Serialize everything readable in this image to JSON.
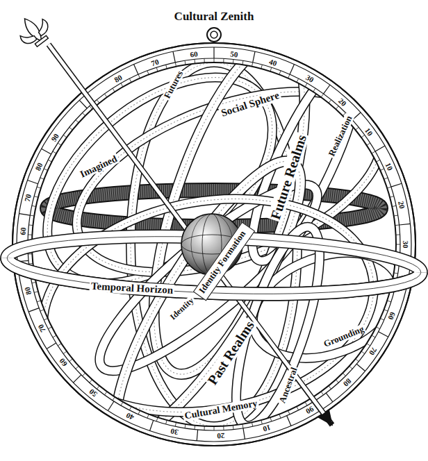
{
  "diagram": {
    "nodes": [
      {
        "text": [
          "Identity Formation"
        ]
      }
    ],
    "labels": [
      "Cultural Zenith",
      "60",
      "70",
      "80",
      "90",
      "80",
      "70",
      "60",
      "50",
      "40",
      "30",
      "20",
      "10",
      "10",
      "20",
      "30",
      "60",
      "70",
      "80",
      "90",
      "10",
      "20",
      "30",
      "40",
      "50",
      "60",
      "70",
      "80",
      "Futures",
      "Social Sphere",
      "Imagined",
      "Future Realms",
      "Realization",
      "Temporal Horizon",
      "Identity",
      "Past Realms",
      "Grounding",
      "Cultural Memory",
      "Ancestral"
    ]
  }
}
